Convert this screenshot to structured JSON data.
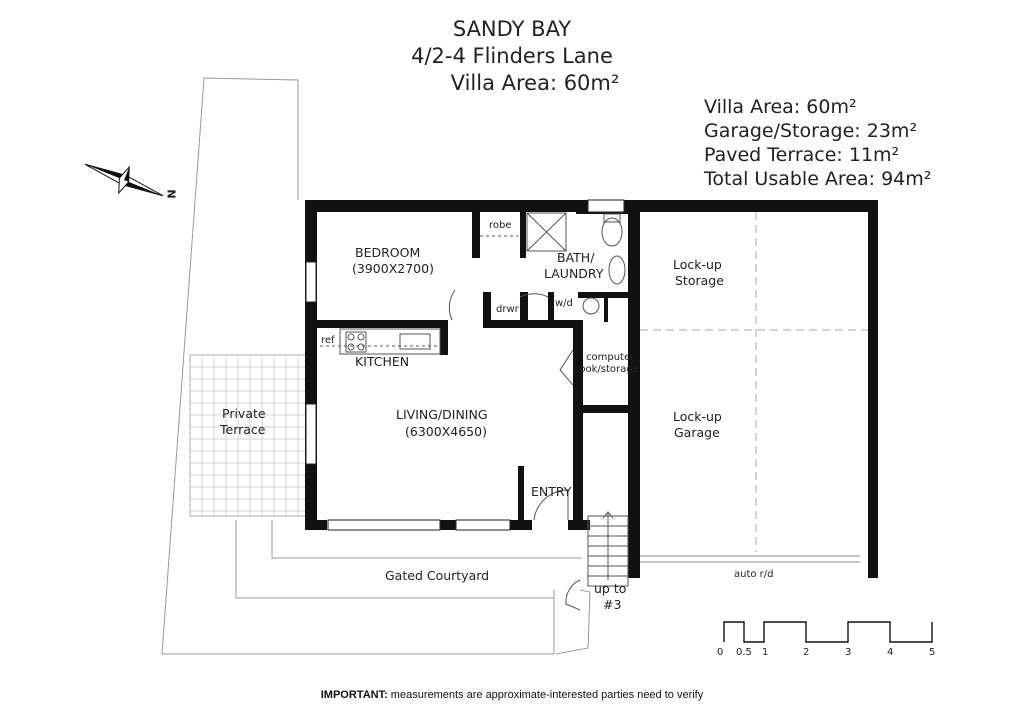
{
  "header": {
    "line1": "SANDY BAY",
    "line2": "4/2-4 Flinders Lane",
    "line3": "Villa Area: 60m²"
  },
  "areas": [
    "Villa Area: 60m²",
    "Garage/Storage: 23m²",
    "Paved Terrace: 11m²",
    "Total Usable Area: 94m²"
  ],
  "rooms": {
    "bedroom": "BEDROOM",
    "bedroom_size": "(3900X2700)",
    "robe": "robe",
    "bath_line1": "BATH/",
    "bath_line2": "LAUNDRY",
    "drwr": "drwr",
    "wd": "w/d",
    "ref": "ref",
    "kitchen": "KITCHEN",
    "computer_line1": "computer",
    "computer_line2": "nook/storage",
    "living": "LIVING/DINING",
    "living_size": "(6300X4650)",
    "entry": "ENTRY",
    "storage_line1": "Lock-up",
    "storage_line2": "Storage",
    "garage_line1": "Lock-up",
    "garage_line2": "Garage",
    "terrace_line1": "Private",
    "terrace_line2": "Terrace",
    "courtyard": "Gated Courtyard",
    "stairs_line1": "up to",
    "stairs_line2": "#3",
    "door_label": "auto r/d"
  },
  "compass": {
    "label": "N",
    "icon": "north-arrow-icon"
  },
  "scale": {
    "ticks": [
      "0",
      "0.5",
      "1",
      "2",
      "3",
      "4",
      "5"
    ]
  },
  "note": {
    "bold": "IMPORTANT:",
    "text": " measurements are approximate-interested parties need to verify"
  }
}
